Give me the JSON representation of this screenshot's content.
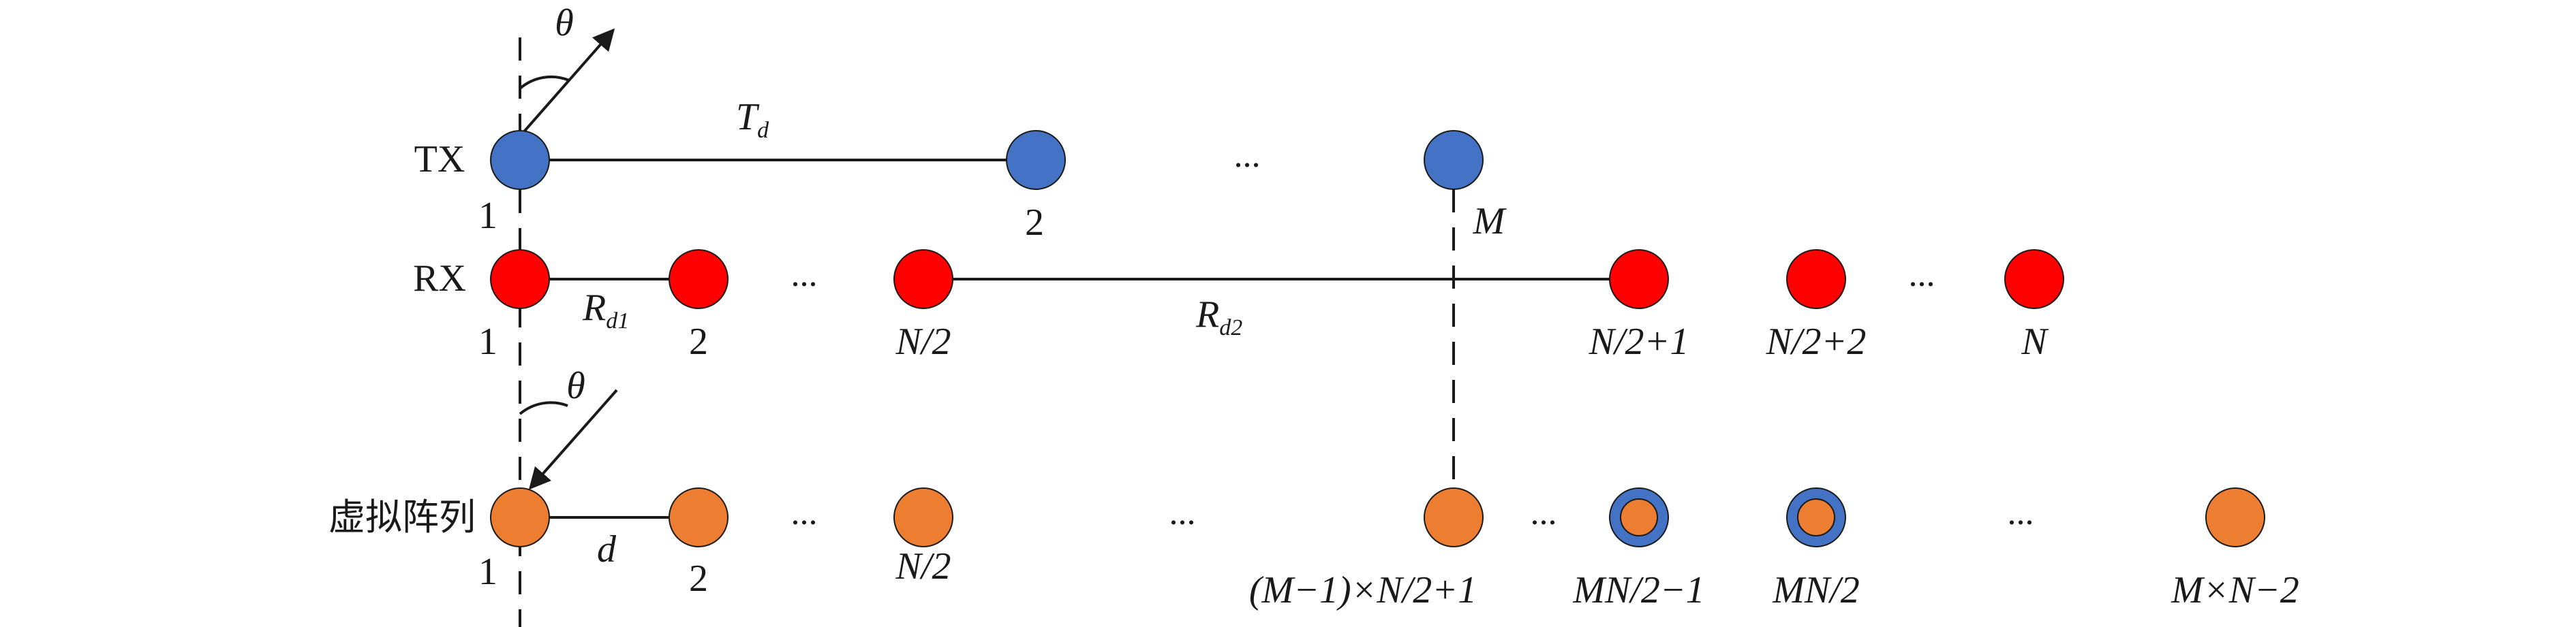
{
  "colors": {
    "tx": "#4472C4",
    "rx": "#FF0000",
    "virtual": "#ED7D31",
    "outline": "#1a1a1a"
  },
  "rows": {
    "tx": "TX",
    "rx": "RX",
    "virtual": "虚拟阵列"
  },
  "labels": {
    "theta_top": "θ",
    "theta_bottom": "θ",
    "td_main": "T",
    "td_sub": "d",
    "rd1_main": "R",
    "rd1_sub": "d1",
    "rd2_main": "R",
    "rd2_sub": "d2",
    "d": "d",
    "m": "M",
    "ellipsis": "..."
  },
  "tx_elements": [
    "1",
    "2",
    "M"
  ],
  "rx_elements": [
    "1",
    "2",
    "N/2",
    "N/2+1",
    "N/2+2",
    "N"
  ],
  "virtual_elements": [
    "1",
    "2",
    "N/2",
    "(M−1)×N/2+1",
    "MN/2−1",
    "MN/2",
    "M×N−2"
  ]
}
